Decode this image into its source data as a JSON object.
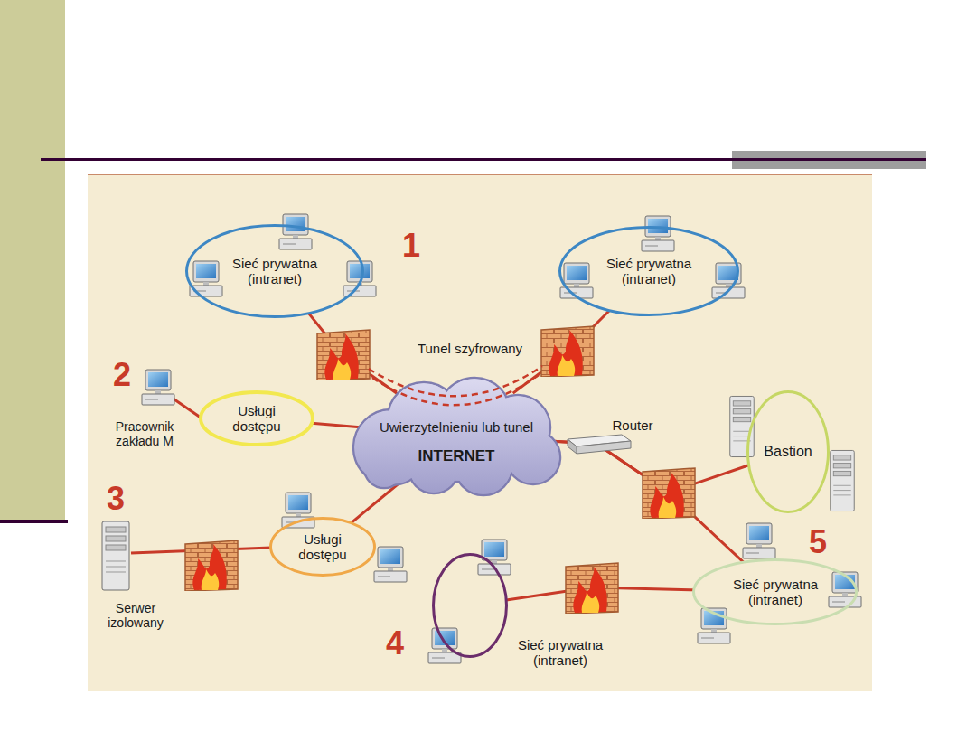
{
  "diagram": {
    "nodes": [
      {
        "text": [
          "Sieć prywatna (intranet)"
        ]
      },
      {
        "text": [
          "Sieć prywatna (intranet)"
        ]
      },
      {
        "text": [
          "Usługi dostępu"
        ]
      },
      {
        "text": [
          "Uwierzytelnieniu lub tunel",
          "INTERNET"
        ]
      },
      {
        "text": [
          "Bastion"
        ]
      },
      {
        "text": [
          "Usługi dostępu"
        ]
      },
      {
        "text": [
          "Sieć prywatna (intranet)"
        ]
      },
      {
        "text": [
          "Sieć prywatna (intranet)"
        ]
      }
    ],
    "edges": [
      {
        "from": 0,
        "to": 3,
        "arrow": "none"
      },
      {
        "from": 1,
        "to": 3,
        "arrow": "none"
      },
      {
        "from": 2,
        "to": 3,
        "arrow": "none"
      },
      {
        "from": 5,
        "to": 3,
        "arrow": "none"
      },
      {
        "from": 3,
        "to": 4,
        "arrow": "none"
      },
      {
        "from": 3,
        "to": 6,
        "arrow": "none"
      },
      {
        "from": 7,
        "to": 6,
        "arrow": "none"
      }
    ],
    "labels": [
      "1",
      "Tunel szyfrowany",
      "2",
      "Pracownik zakładu M",
      "Router",
      "3",
      "Serwer izolowany",
      "5",
      "4"
    ]
  }
}
